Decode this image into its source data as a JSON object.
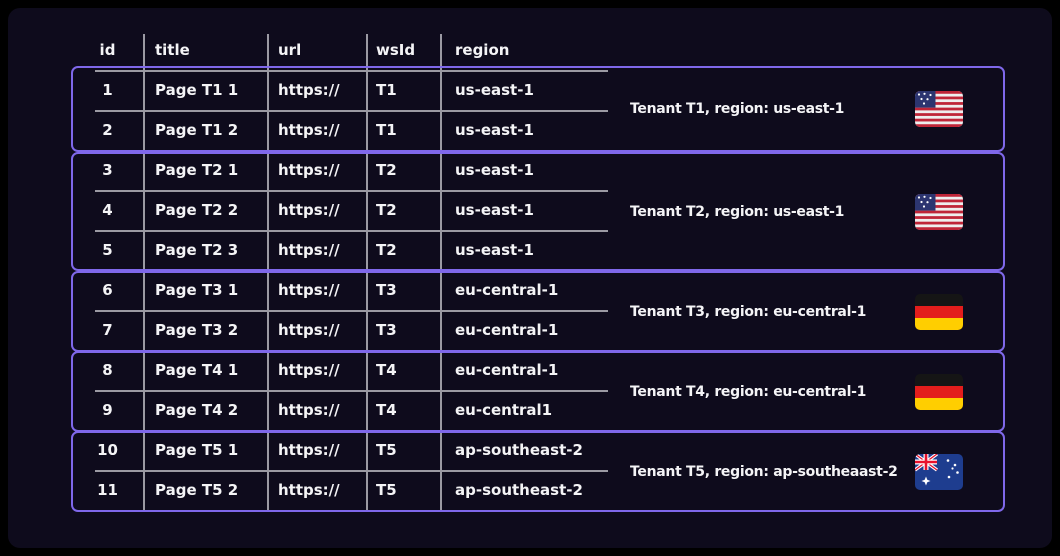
{
  "columns": {
    "id": "id",
    "title": "title",
    "url": "url",
    "wsId": "wsId",
    "region": "region"
  },
  "rows": [
    {
      "id": "1",
      "title": "Page T1 1",
      "url": "https://",
      "wsId": "T1",
      "region": "us-east-1"
    },
    {
      "id": "2",
      "title": "Page T1 2",
      "url": "https://",
      "wsId": "T1",
      "region": "us-east-1"
    },
    {
      "id": "3",
      "title": "Page T2 1",
      "url": "https://",
      "wsId": "T2",
      "region": "us-east-1"
    },
    {
      "id": "4",
      "title": "Page T2 2",
      "url": "https://",
      "wsId": "T2",
      "region": "us-east-1"
    },
    {
      "id": "5",
      "title": "Page T2 3",
      "url": "https://",
      "wsId": "T2",
      "region": "us-east-1"
    },
    {
      "id": "6",
      "title": "Page T3 1",
      "url": "https://",
      "wsId": "T3",
      "region": "eu-central-1"
    },
    {
      "id": "7",
      "title": "Page T3 2",
      "url": "https://",
      "wsId": "T3",
      "region": "eu-central-1"
    },
    {
      "id": "8",
      "title": "Page T4 1",
      "url": "https://",
      "wsId": "T4",
      "region": "eu-central-1"
    },
    {
      "id": "9",
      "title": "Page T4 2",
      "url": "https://",
      "wsId": "T4",
      "region": "eu-central1"
    },
    {
      "id": "10",
      "title": "Page T5 1",
      "url": "https://",
      "wsId": "T5",
      "region": "ap-southeast-2"
    },
    {
      "id": "11",
      "title": "Page T5 2",
      "url": "https://",
      "wsId": "T5",
      "region": "ap-southeast-2"
    }
  ],
  "groups": [
    {
      "label": "Tenant T1, region: us-east-1",
      "flag": "us-flag",
      "row_ids": [
        "1",
        "2"
      ]
    },
    {
      "label": "Tenant T2, region: us-east-1",
      "flag": "us-flag",
      "row_ids": [
        "3",
        "4",
        "5"
      ]
    },
    {
      "label": "Tenant T3, region: eu-central-1",
      "flag": "de-flag",
      "row_ids": [
        "6",
        "7"
      ]
    },
    {
      "label": "Tenant T4, region: eu-central-1",
      "flag": "de-flag",
      "row_ids": [
        "8",
        "9"
      ]
    },
    {
      "label": "Tenant T5, region: ap-southeaast-2",
      "flag": "au-flag",
      "row_ids": [
        "10",
        "11"
      ]
    }
  ],
  "colors": {
    "panel_bg": "#0e0b1c",
    "group_border": "#7f68ea",
    "grid_line": "#9b9aa3",
    "text": "#f4f4f6"
  }
}
